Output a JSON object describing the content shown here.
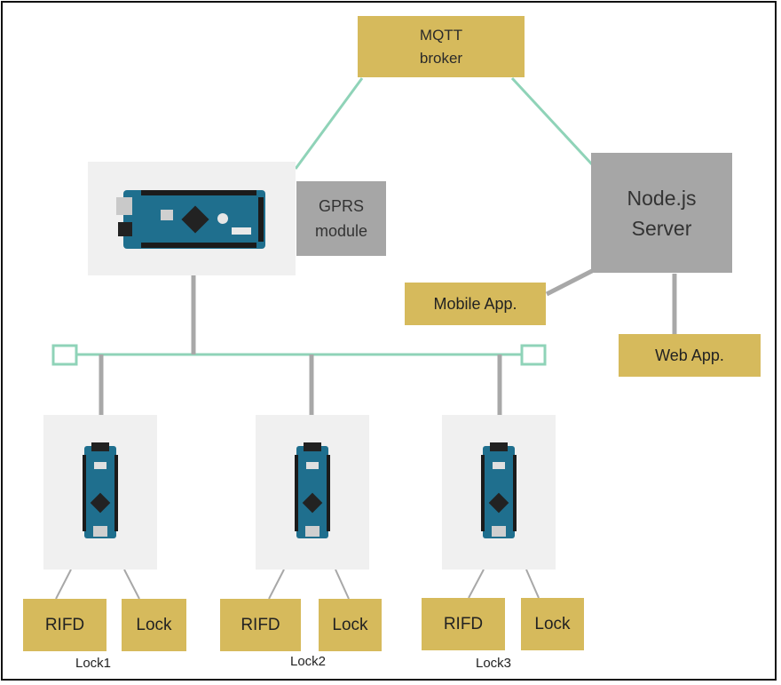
{
  "mqtt_broker": {
    "line1": "MQTT",
    "line2": "broker"
  },
  "gprs_module": {
    "line1": "GPRS",
    "line2": "module"
  },
  "node_server": {
    "line1": "Node.js",
    "line2": "Server"
  },
  "mobile_app": "Mobile App.",
  "web_app": "Web App.",
  "locks": [
    {
      "caption": "Lock1",
      "rfid": "RIFD",
      "lock": "Lock"
    },
    {
      "caption": "Lock2",
      "rfid": "RIFD",
      "lock": "Lock"
    },
    {
      "caption": "Lock3",
      "rfid": "RIFD",
      "lock": "Lock"
    }
  ],
  "colors": {
    "gold": "#d6ba5c",
    "grey": "#a6a6a6",
    "teal": "#8fd3b8",
    "wire": "#a8a8a8",
    "panel": "#f0f0f0"
  }
}
